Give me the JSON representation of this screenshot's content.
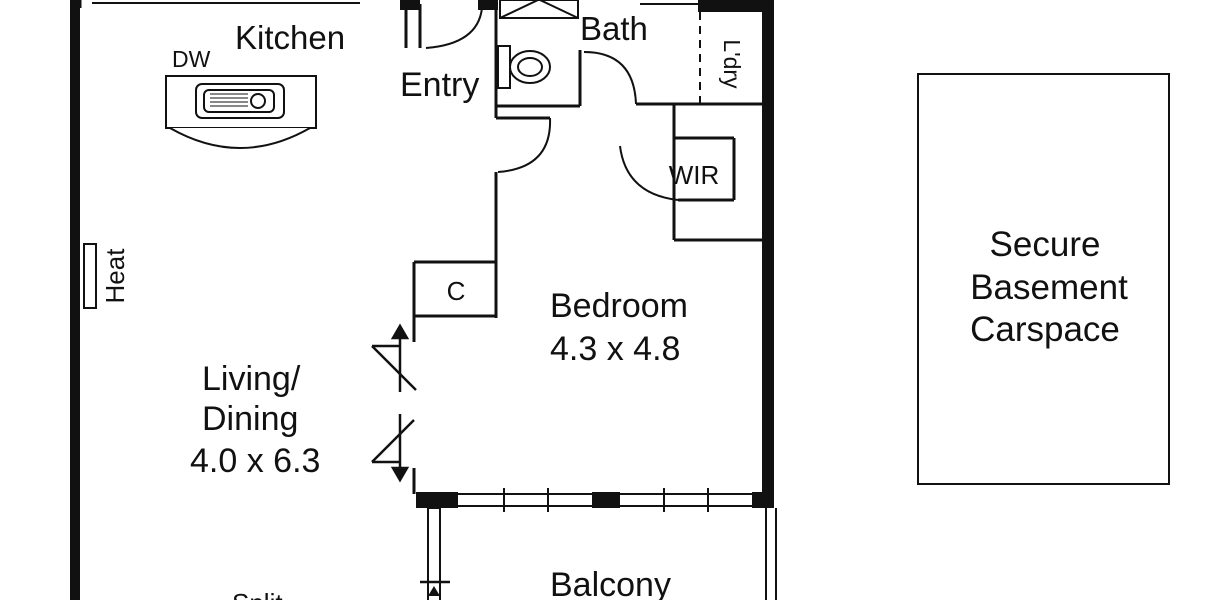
{
  "rooms": {
    "kitchen": "Kitchen",
    "dishwasher": "DW",
    "entry": "Entry",
    "bath": "Bath",
    "laundry": "L'dry",
    "wir": "WIR",
    "heat": "Heat",
    "closet": "C",
    "bedroom": {
      "name": "Bedroom",
      "size": "4.3 x 4.8"
    },
    "living": {
      "line1": "Living/",
      "line2": "Dining",
      "size": "4.0 x 6.3"
    },
    "balcony": "Balcony",
    "split": "Split"
  },
  "carspace": {
    "lines": [
      "Secure",
      "Basement",
      "Carspace"
    ]
  },
  "colors": {
    "wall": "#111111",
    "background": "#ffffff"
  }
}
